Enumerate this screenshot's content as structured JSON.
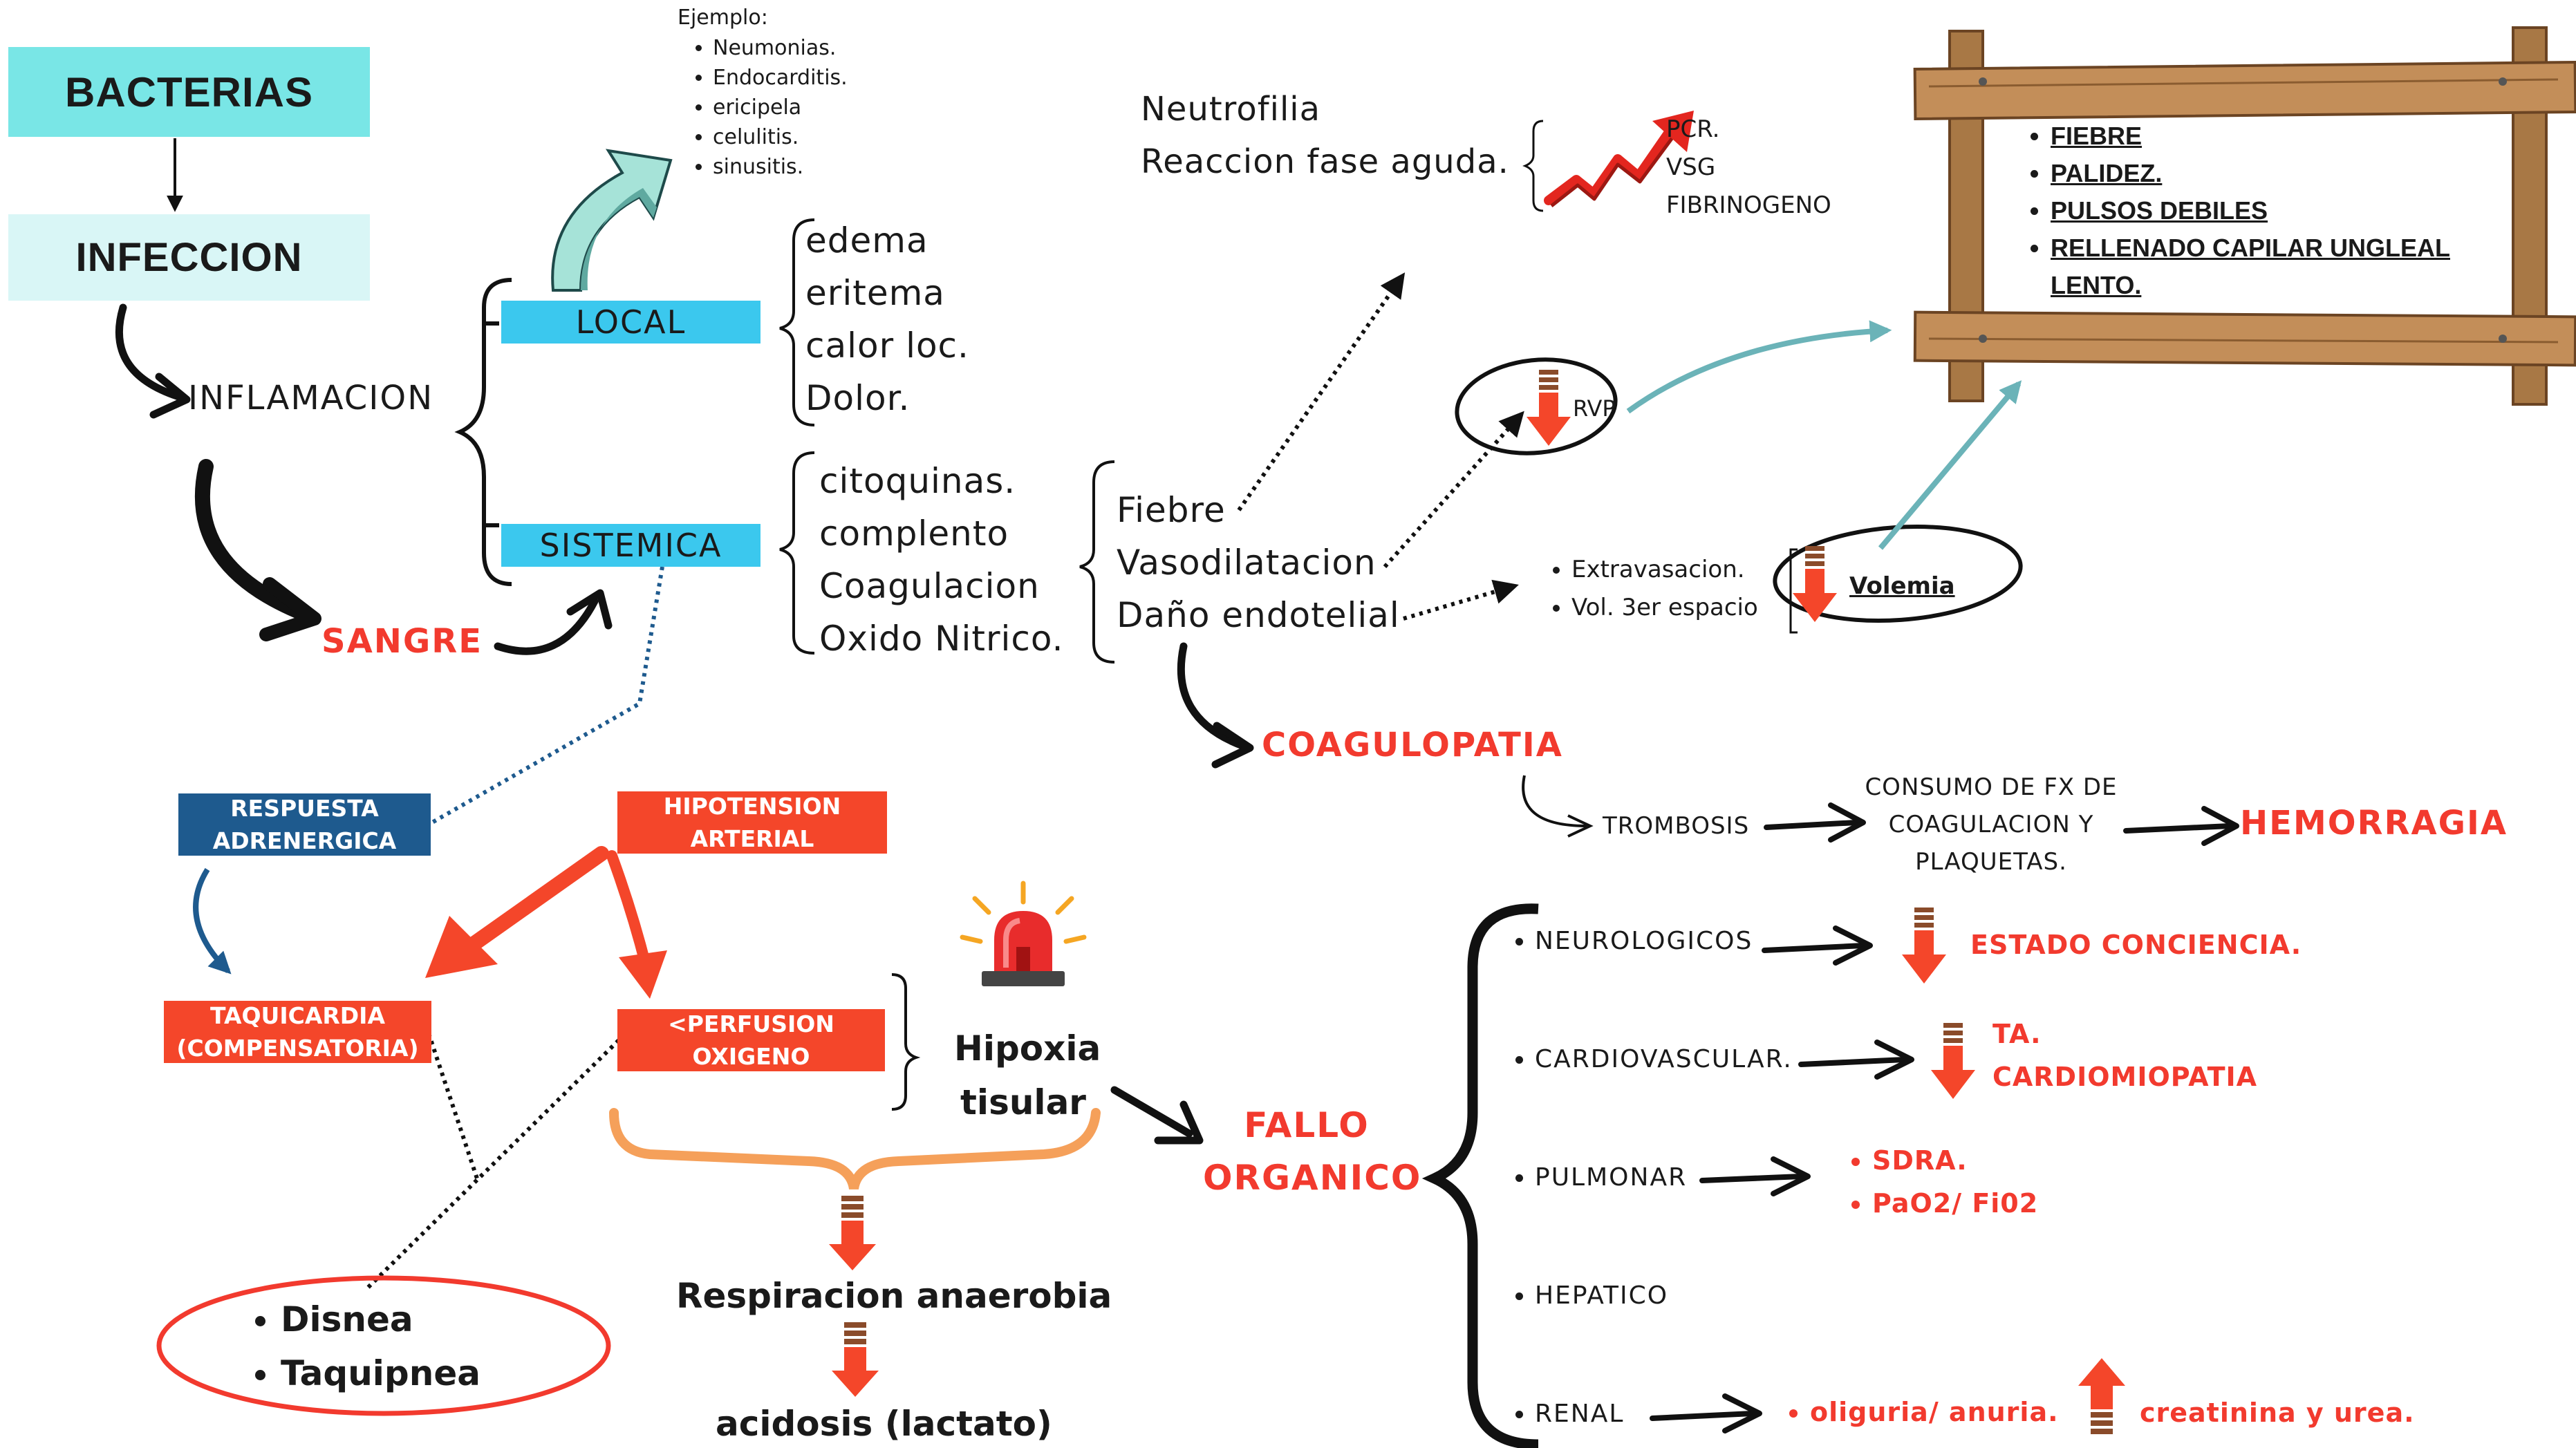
{
  "nodes": {
    "bacterias": "BACTERIAS",
    "infeccion": "INFECCION",
    "inflamacion": "INFLAMACION",
    "sangre": "SANGRE",
    "local": "LOCAL",
    "sistemica": "SISTEMICA",
    "ejemplo_title": "Ejemplo:",
    "ejemplo_items": [
      "Neumonias.",
      "Endocarditis.",
      "ericipela",
      "celulitis.",
      "sinusitis."
    ],
    "local_signs": [
      "edema",
      "eritema",
      "calor loc.",
      "Dolor."
    ],
    "sistemica_mediators": [
      "citoquinas.",
      "complento",
      "Coagulacion",
      "Oxido Nitrico."
    ],
    "effects": [
      "Fiebre",
      "Vasodilatacion",
      "Daño endotelial"
    ],
    "neutrofilia": [
      "Neutrofilia",
      "Reaccion fase aguda."
    ],
    "lab_markers": [
      "PCR.",
      "VSG",
      "FIBRINOGENO"
    ],
    "rvp": "RVP",
    "extravasacion": [
      "Extravasacion.",
      "Vol. 3er espacio"
    ],
    "volemia": "Volemia",
    "signs_frame": [
      "FIEBRE",
      "PALIDEZ.",
      "PULSOS DEBILES",
      "RELLENADO CAPILAR UNGLEAL LENTO."
    ],
    "coagulopatia": "COAGULOPATIA",
    "trombosis": "TROMBOSIS",
    "consumo": [
      "CONSUMO DE FX DE",
      "COAGULACION Y",
      "PLAQUETAS."
    ],
    "hemorragia": "HEMORRAGIA",
    "respuesta_adrenergica": [
      "RESPUESTA",
      "ADRENERGICA"
    ],
    "hipotension": [
      "HIPOTENSION",
      "ARTERIAL"
    ],
    "taquicardia": [
      "TAQUICARDIA",
      "(COMPENSATORIA)"
    ],
    "perfusion": [
      "<PERFUSION",
      "OXIGENO"
    ],
    "hipoxia": [
      "Hipoxia",
      "tisular"
    ],
    "respiracion": "Respiracion anaerobia",
    "acidosis": "acidosis (lactato)",
    "disnea": [
      "Disnea",
      "Taquipnea"
    ],
    "fallo_organico": [
      "FALLO",
      "ORGANICO"
    ],
    "organs": [
      "NEUROLOGICOS",
      "CARDIOVASCULAR.",
      "PULMONAR",
      "HEPATICO",
      "RENAL"
    ],
    "neuro_effect": "ESTADO CONCIENCIA.",
    "cardio_effect": [
      "TA.",
      "CARDIOMIOPATIA"
    ],
    "pulmonar_effect": [
      "SDRA.",
      "PaO2/ Fi02"
    ],
    "renal_effect": "oliguria/ anuria.",
    "renal_lab": "creatinina y urea."
  },
  "colors": {
    "cyan_box": "#79e6e6",
    "light_cyan_box": "#d9f6f6",
    "blue_box": "#3bc8ee",
    "navy_box": "#1e5a8e",
    "orange_red_box": "#f4462a",
    "red_text": "#f23a2e",
    "arrow_red": "#f4462a",
    "teal_arrow": "#6bb3b8",
    "wood": "#b88553"
  },
  "icons": {
    "down_arrow": "down-arrow-icon",
    "up_arrow": "up-arrow-icon",
    "rising_chart": "rising-chart-icon",
    "siren": "siren-icon",
    "wood_frame": "wood-frame"
  }
}
